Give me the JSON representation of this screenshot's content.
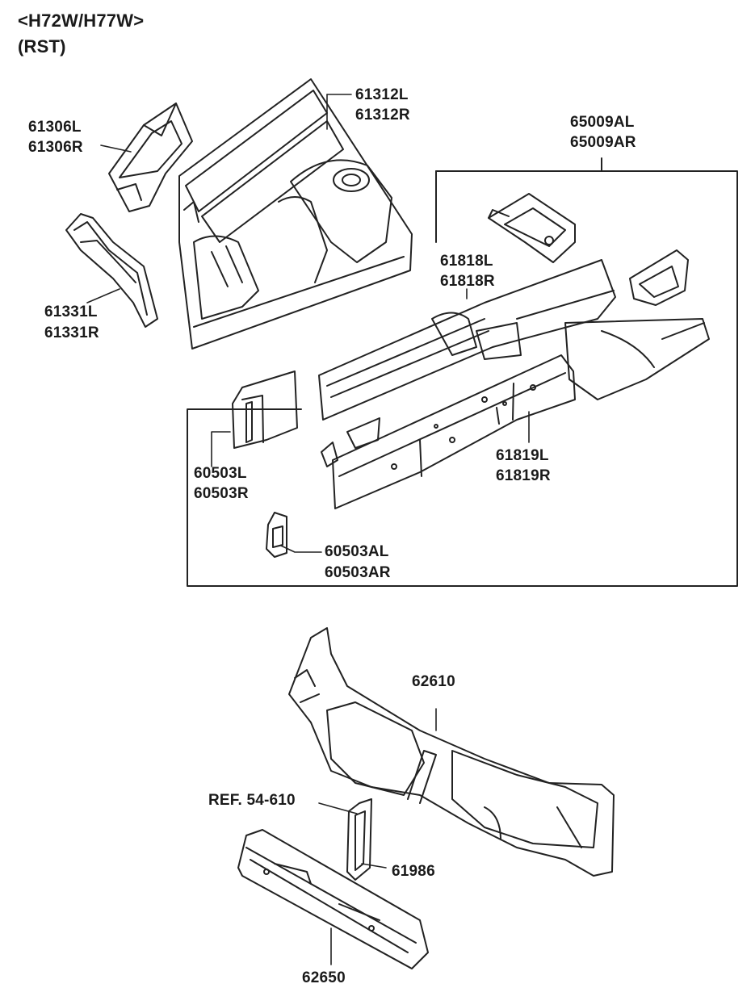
{
  "header": {
    "model": "<H72W/H77W>",
    "variant": "(RST)"
  },
  "parts": {
    "p61312L": "61312L",
    "p61312R": "61312R",
    "p61306L": "61306L",
    "p61306R": "61306R",
    "p65009AL": "65009AL",
    "p65009AR": "65009AR",
    "p61331L": "61331L",
    "p61331R": "61331R",
    "p61818L": "61818L",
    "p61818R": "61818R",
    "p60503L": "60503L",
    "p60503R": "60503R",
    "p61819L": "61819L",
    "p61819R": "61819R",
    "p60503AL": "60503AL",
    "p60503AR": "60503AR",
    "p62610": "62610",
    "ref": "REF. 54-610",
    "p61986": "61986",
    "p62650": "62650"
  }
}
